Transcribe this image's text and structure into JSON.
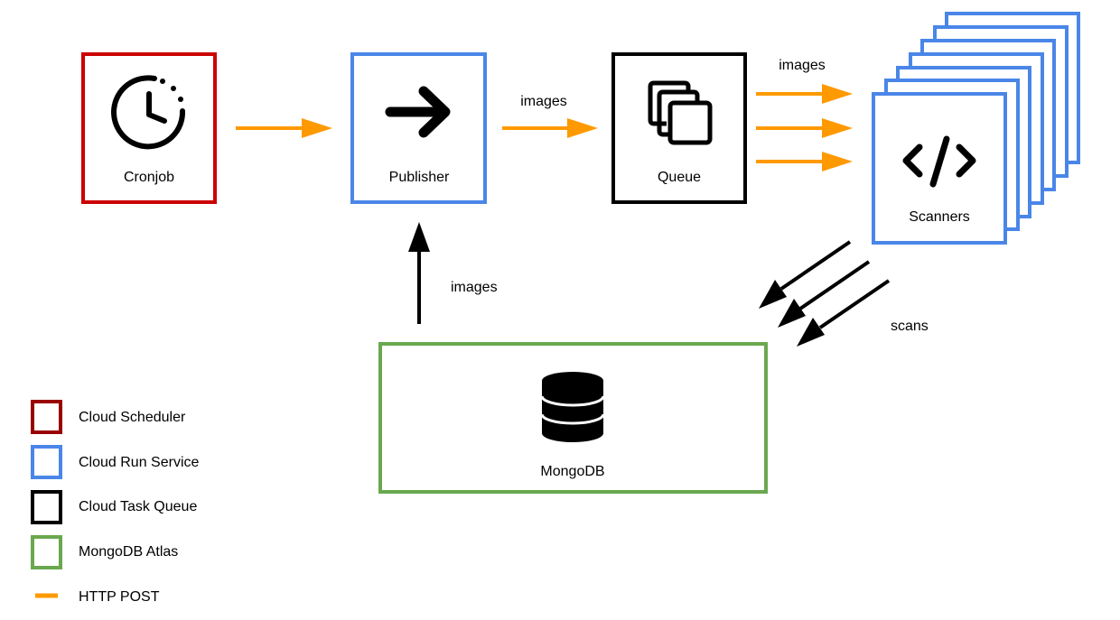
{
  "nodes": {
    "cronjob": {
      "label": "Cronjob",
      "icon": "clock-icon",
      "color": "#cc0000"
    },
    "publisher": {
      "label": "Publisher",
      "icon": "arrow-right-icon",
      "color": "#4a86e8"
    },
    "queue": {
      "label": "Queue",
      "icon": "copy-icon",
      "color": "#000000"
    },
    "scanners": {
      "label": "Scanners",
      "icon": "code-icon",
      "color": "#4a86e8"
    },
    "mongodb": {
      "label": "MongoDB",
      "icon": "database-icon",
      "color": "#6aa84f"
    }
  },
  "edges": {
    "publisher_to_queue": {
      "label": "images"
    },
    "queue_to_scanners": {
      "label": "images"
    },
    "mongodb_to_publisher": {
      "label": "images"
    },
    "scanners_to_mongodb": {
      "label": "scans"
    }
  },
  "legend": {
    "items": [
      {
        "label": "Cloud Scheduler",
        "color": "#990000",
        "kind": "box"
      },
      {
        "label": "Cloud Run Service",
        "color": "#4a86e8",
        "kind": "box"
      },
      {
        "label": "Cloud Task Queue",
        "color": "#000000",
        "kind": "box"
      },
      {
        "label": "MongoDB Atlas",
        "color": "#6aa84f",
        "kind": "box"
      },
      {
        "label": "HTTP POST",
        "color": "#ff9900",
        "kind": "line"
      }
    ]
  },
  "colors": {
    "http_post": "#ff9900",
    "data_flow": "#000000"
  }
}
